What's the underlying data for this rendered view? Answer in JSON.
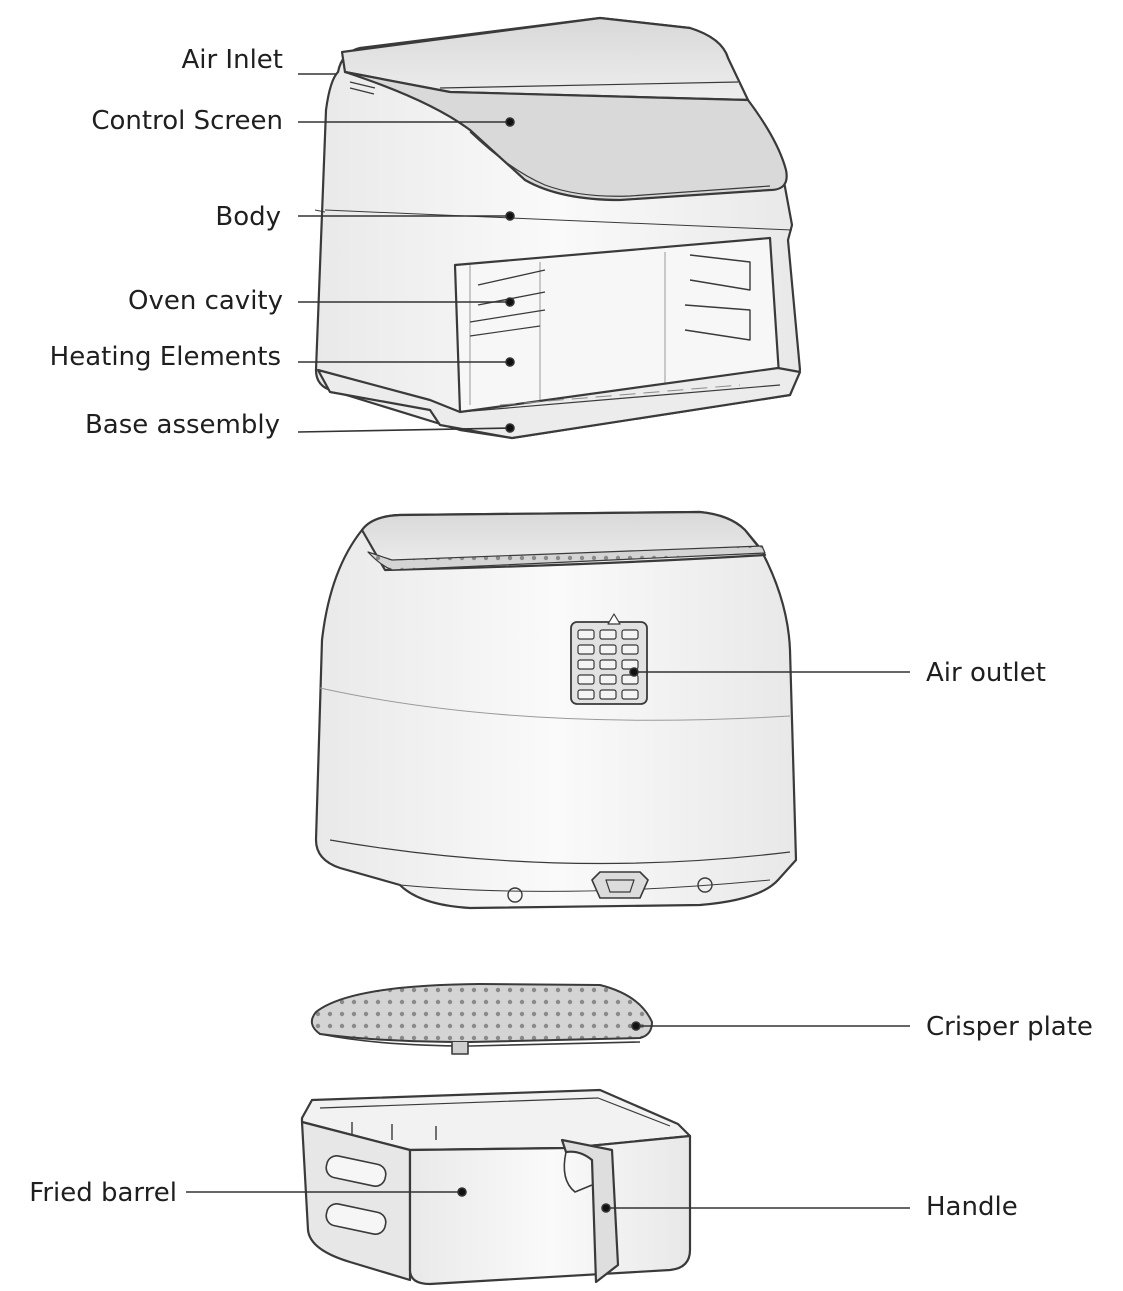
{
  "labels": {
    "air_inlet": "Air Inlet",
    "control_screen": "Control Screen",
    "body": "Body",
    "oven_cavity": "Oven cavity",
    "heating_elements": "Heating Elements",
    "base_assembly": "Base assembly",
    "air_outlet": "Air outlet",
    "crisper_plate": "Crisper plate",
    "fried_barrel": "Fried barrel",
    "handle": "Handle"
  },
  "colors": {
    "outline": "#3a3a3a",
    "leader": "#333333",
    "fill_light": "#f4f4f4",
    "fill_mid": "#e6e6e6",
    "fill_dark": "#d0d0d0"
  }
}
